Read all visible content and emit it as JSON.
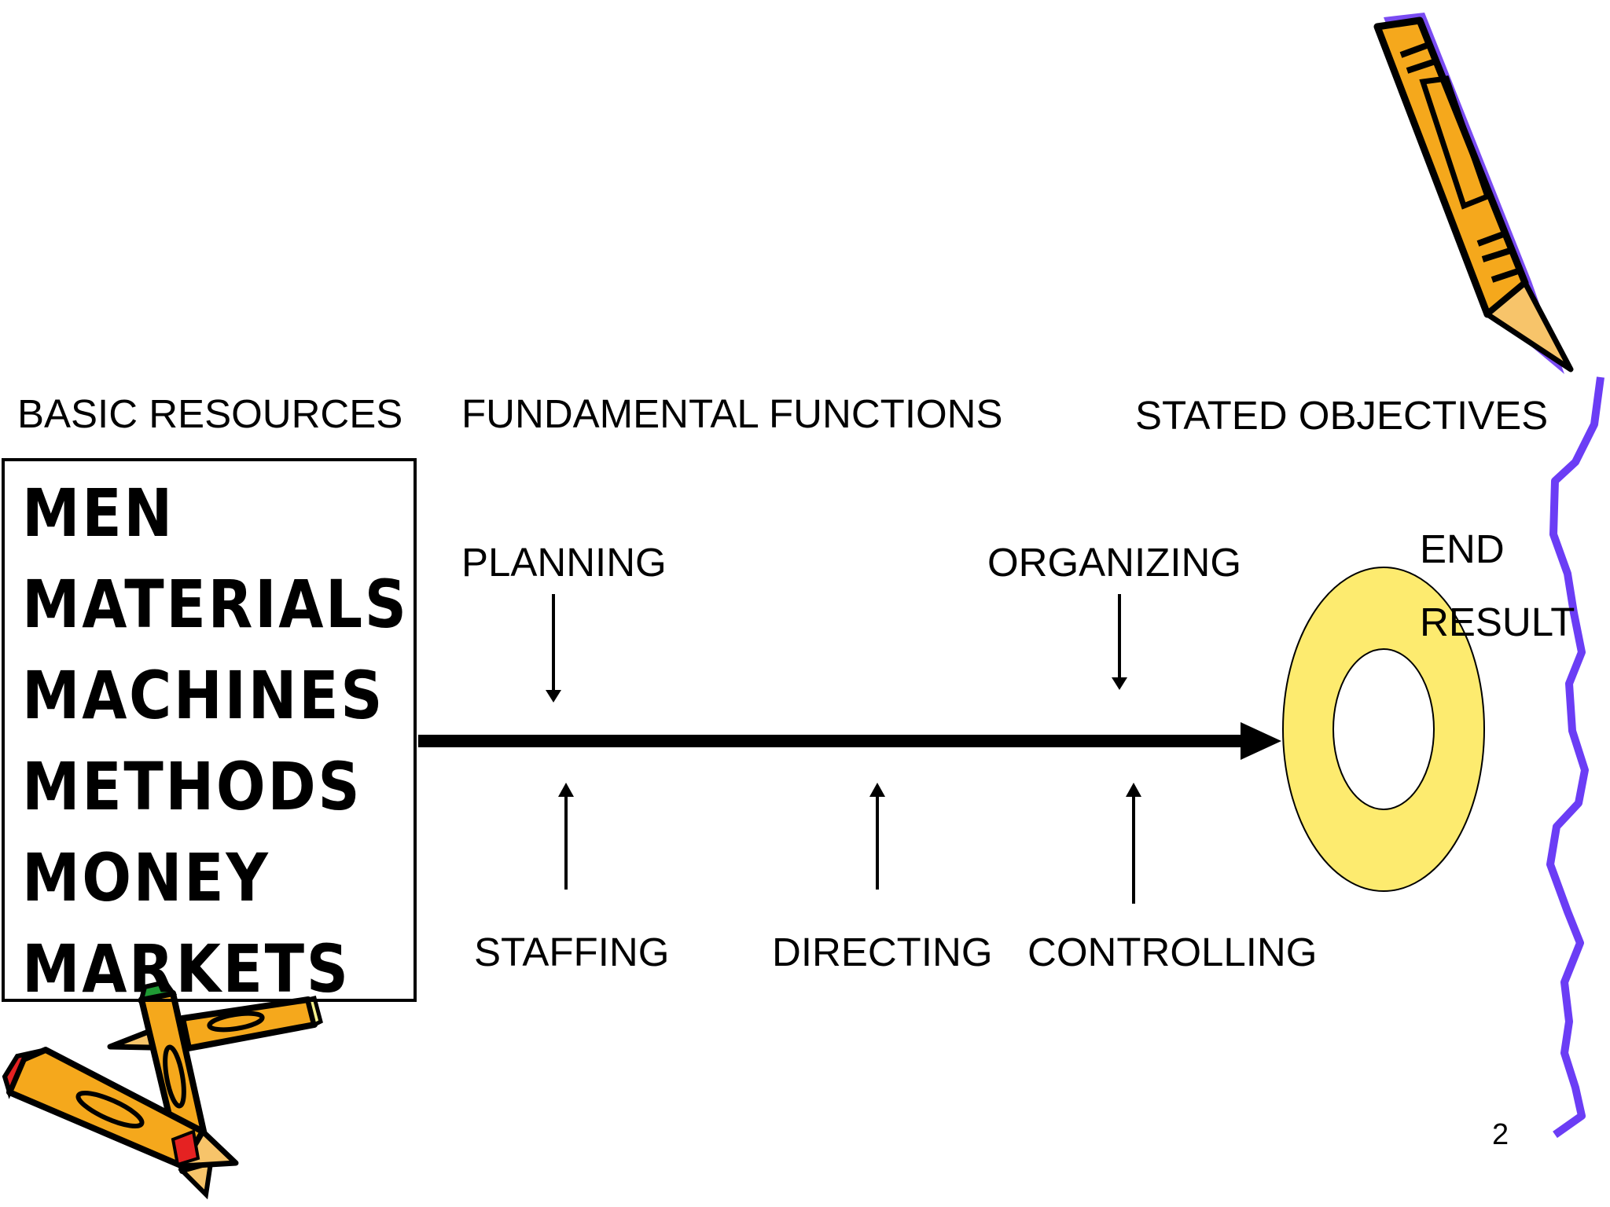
{
  "headers": {
    "basic_resources": "BASIC RESOURCES",
    "fundamental_functions": "FUNDAMENTAL FUNCTIONS",
    "stated_objectives": "STATED OBJECTIVES"
  },
  "resources": [
    "MEN",
    "MATERIALS",
    "MACHINES",
    "METHODS",
    "MONEY",
    "MARKETS"
  ],
  "functions": {
    "planning": "PLANNING",
    "organizing": "ORGANIZING",
    "staffing": "STAFFING",
    "directing": "DIRECTING",
    "controlling": "CONTROLLING"
  },
  "end_result": {
    "line1": "END",
    "line2": "RESULT"
  },
  "page_number": "2",
  "colors": {
    "target_fill": "#fdeb6f",
    "pencil_orange": "#f5a81c",
    "squiggle": "#6b3df5"
  }
}
